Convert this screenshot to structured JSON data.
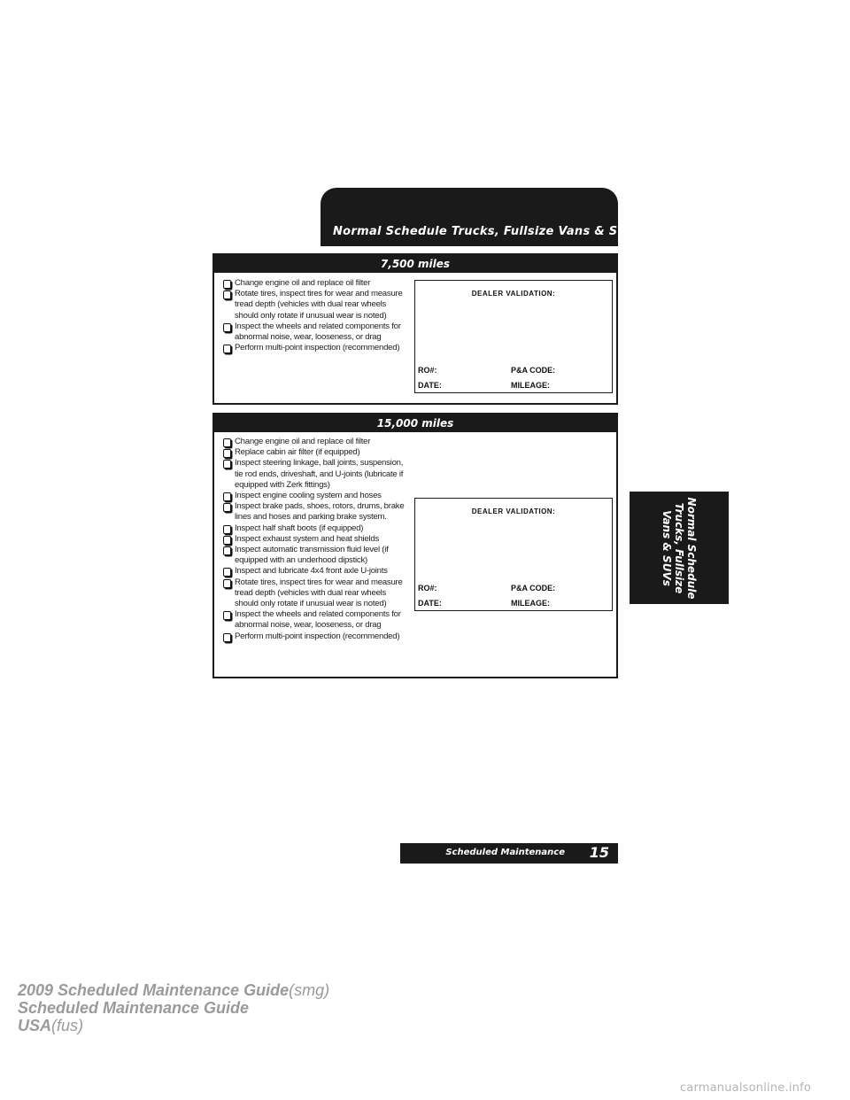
{
  "header": {
    "title": "Normal Schedule Trucks, Fullsize Vans & SUVs"
  },
  "sections": [
    {
      "title": "7,500 miles",
      "items": [
        "Change engine oil and replace oil filter",
        "Rotate tires, inspect tires for wear and measure tread depth (vehicles with dual rear wheels should only rotate if unusual wear is noted)",
        "Inspect the wheels and related components for abnormal noise, wear, looseness, or drag",
        "Perform multi-point inspection (recommended)"
      ]
    },
    {
      "title": "15,000 miles",
      "items": [
        "Change engine oil and replace oil filter",
        "Replace cabin air filter (if equipped)",
        "Inspect steering linkage, ball joints, suspension, tie rod ends, driveshaft, and U-joints (lubricate if equipped with Zerk fittings)",
        "Inspect engine cooling system and hoses",
        "Inspect brake pads, shoes, rotors, drums, brake lines and hoses and parking brake system.",
        "Inspect half shaft boots (if equipped)",
        "Inspect exhaust system and heat shields",
        "Inspect automatic transmission fluid level (if equipped with an underhood dipstick)",
        "Inspect and lubricate 4x4 front axle U-joints",
        "Rotate tires, inspect tires for wear and measure tread depth (vehicles with dual rear wheels should only rotate if unusual wear is noted)",
        "Inspect the wheels and related components for abnormal noise, wear, looseness, or drag",
        "Perform multi-point inspection (recommended)"
      ]
    }
  ],
  "dealer_box": {
    "title": "DEALER VALIDATION:",
    "ro": "RO#:",
    "pa_code": "P&A CODE:",
    "date": "DATE:",
    "mileage": "MILEAGE:"
  },
  "side_tab": {
    "line1": "Normal Schedule",
    "line2": "Trucks, Fullsize",
    "line3": "Vans & SUVs"
  },
  "footer": {
    "label": "Scheduled Maintenance",
    "page": "15"
  },
  "meta": {
    "line1_main": "2009 Scheduled Maintenance Guide",
    "line1_paren": "(smg)",
    "line2_main": "Scheduled Maintenance Guide",
    "line3_main": "USA",
    "line3_paren": "(fus)"
  },
  "watermark": "carmanualsonline.info"
}
